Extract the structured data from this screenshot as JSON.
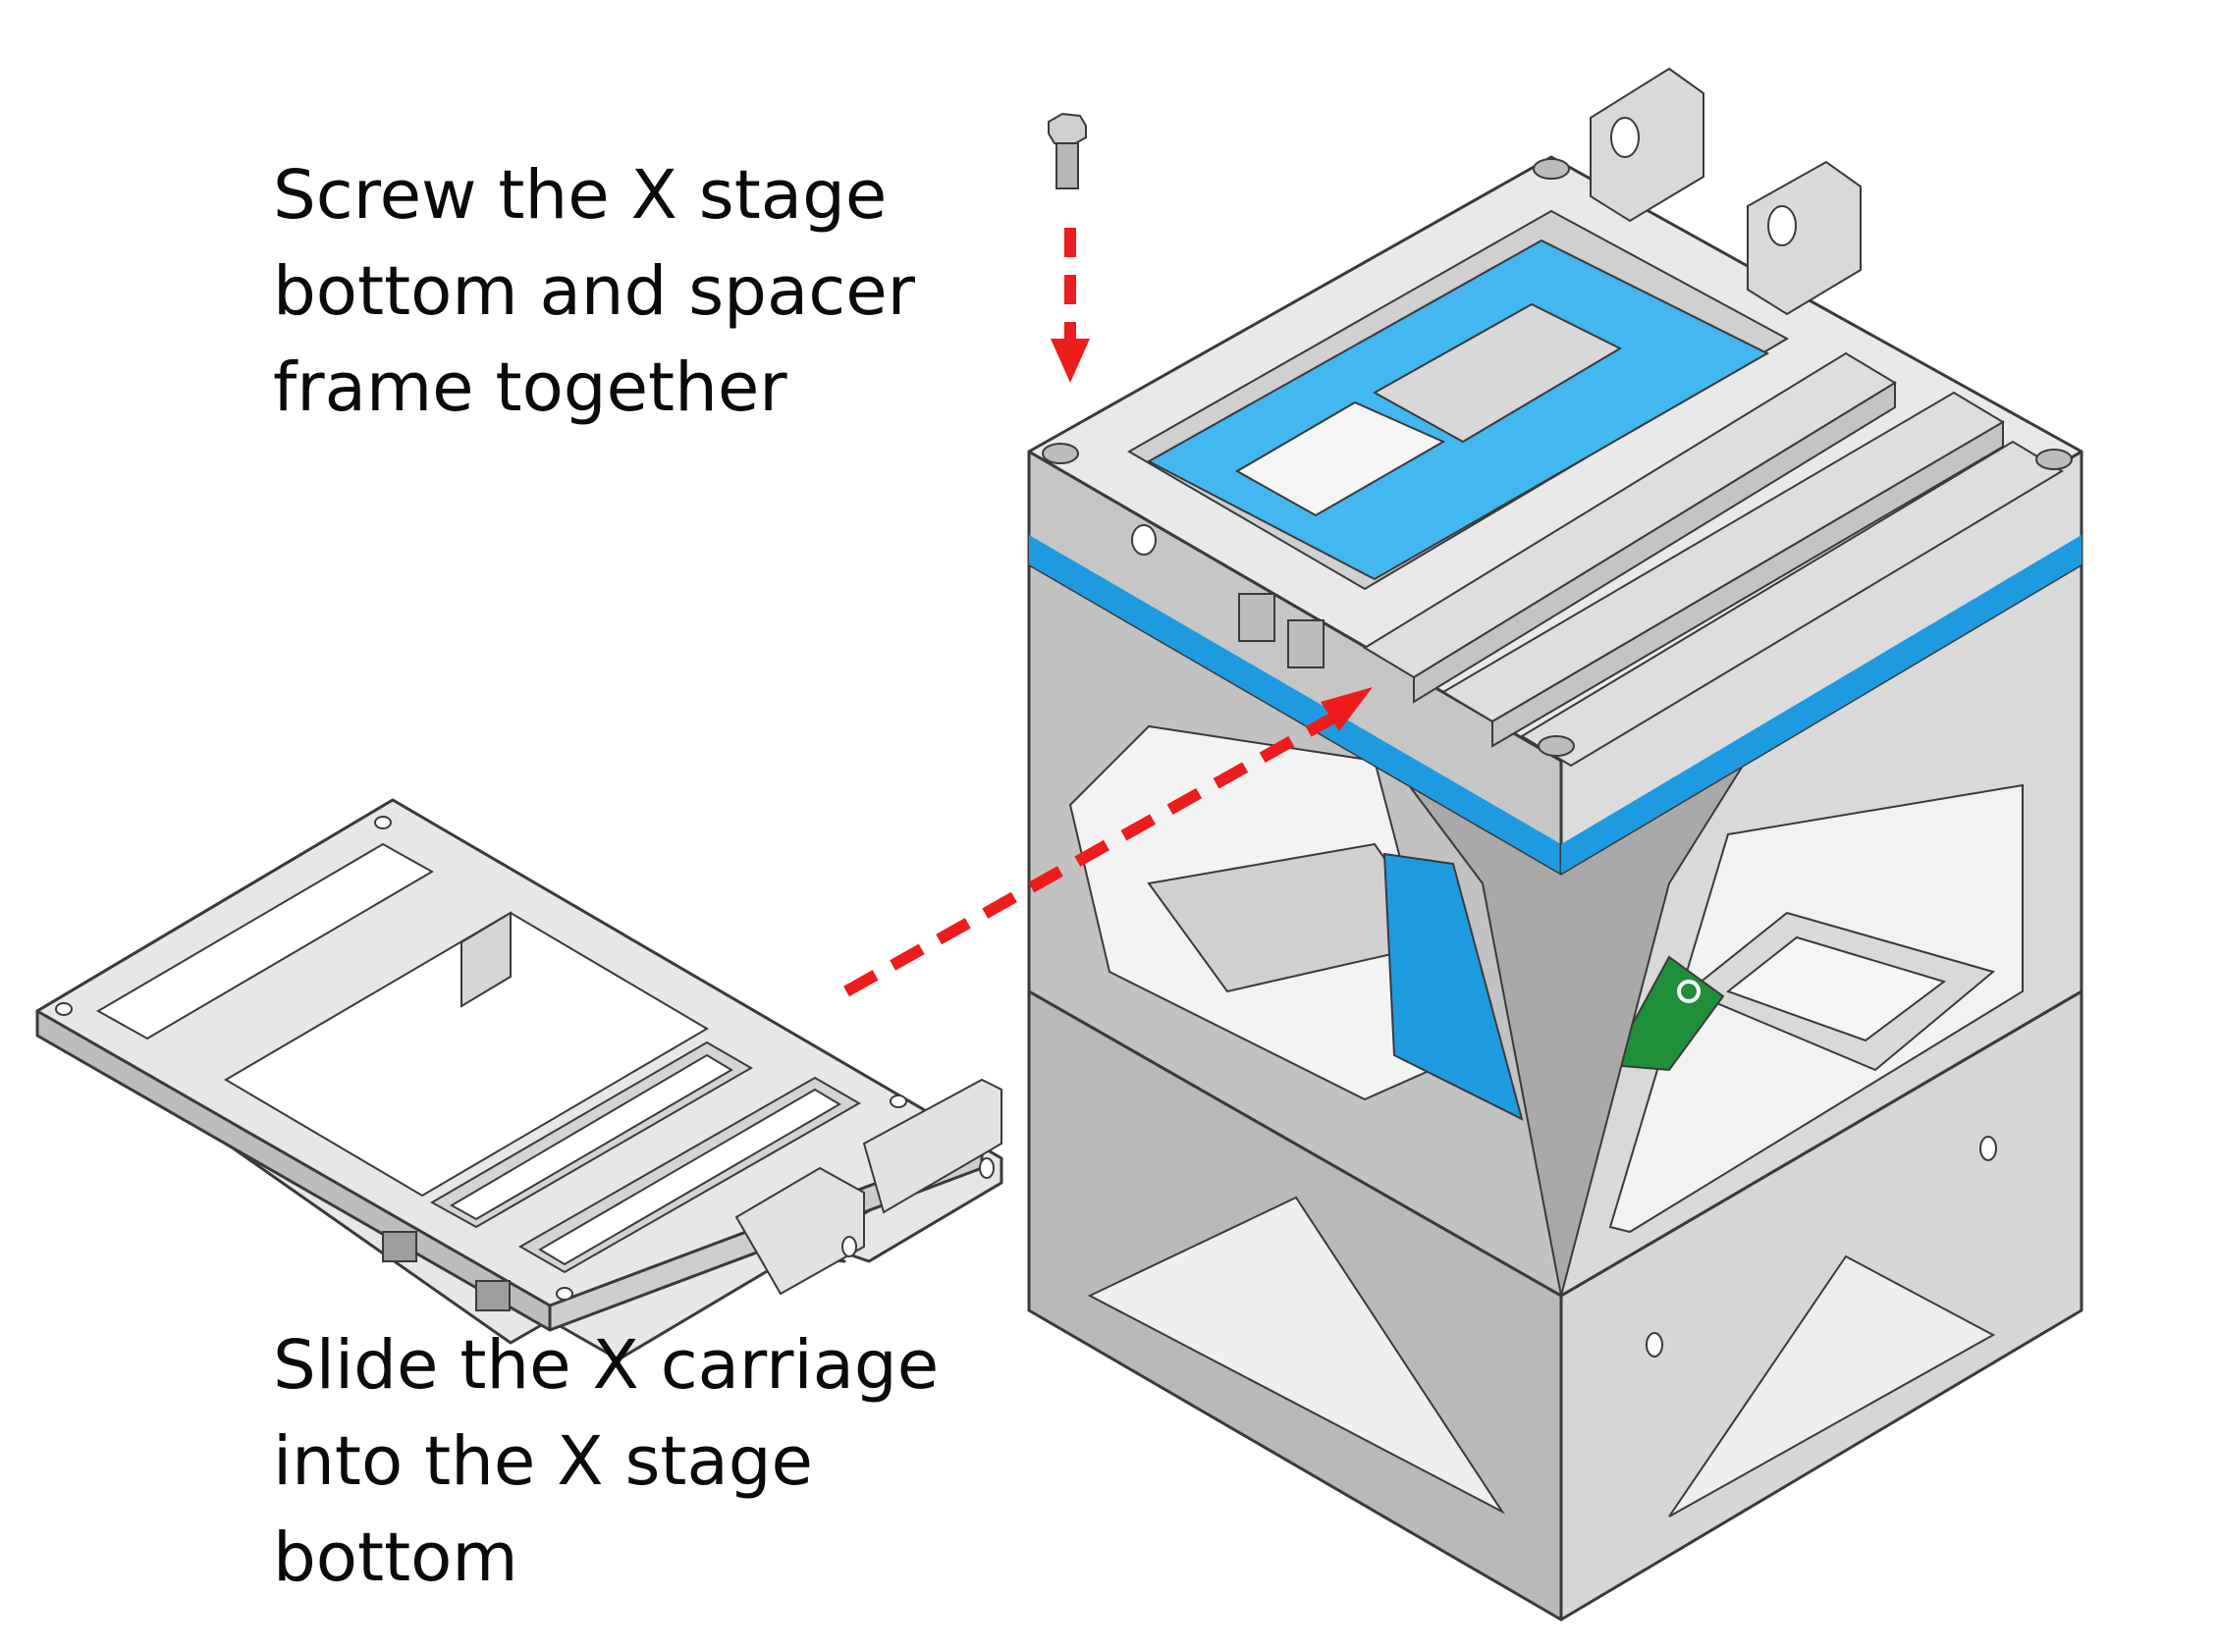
{
  "captions": {
    "top": [
      "Screw the X stage",
      "bottom and spacer",
      "frame together"
    ],
    "bottom": [
      "Slide the X carriage",
      "into the X stage",
      "bottom"
    ]
  },
  "colors": {
    "arrow": "#ee1c1c",
    "blue_part": "#1e9be0",
    "light_blue_part": "#43b7f0",
    "green_part": "#1f8f3a",
    "metal_light": "#e4e4e4",
    "metal_mid": "#c8c8c8",
    "metal_dark": "#a6a6a6",
    "outline": "#3a3a3a"
  },
  "parts": [
    "hex-bolt-icon",
    "x-carriage",
    "x-stage-bottom",
    "spacer-frame"
  ]
}
